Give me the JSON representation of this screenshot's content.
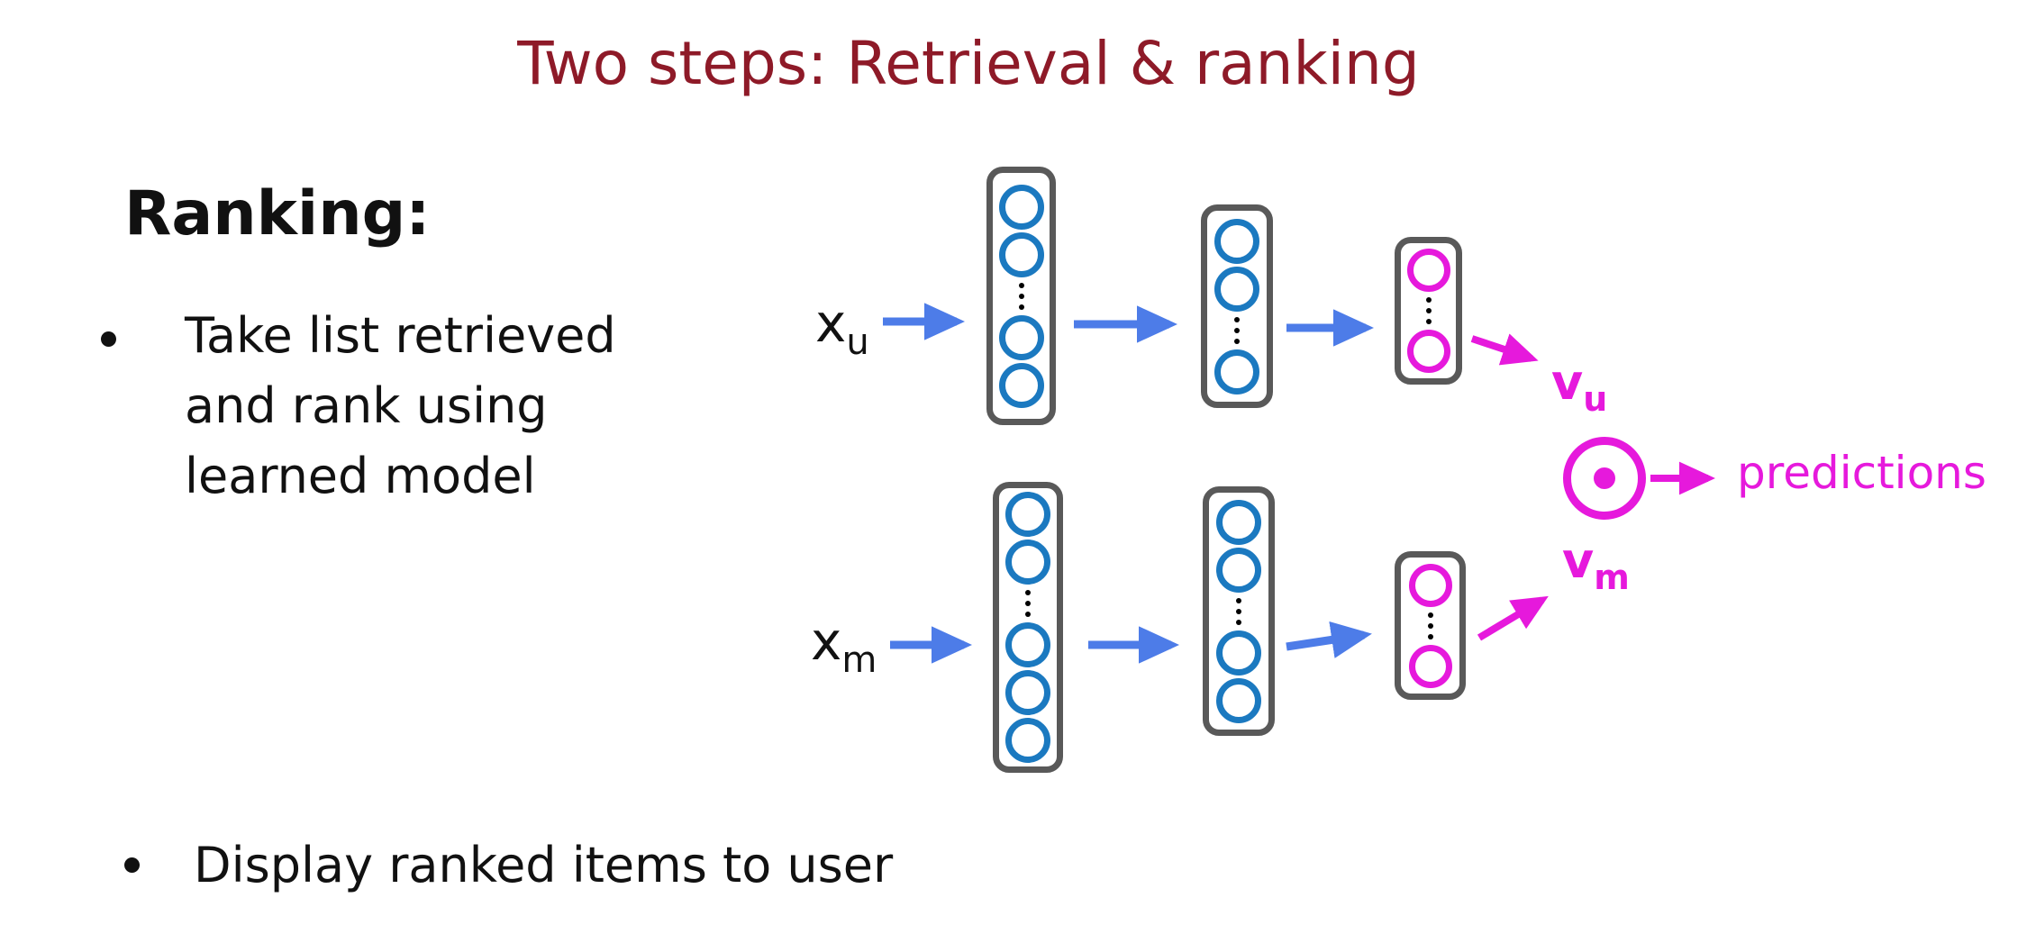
{
  "title": {
    "text": "Two steps: Retrieval & ranking",
    "color": "#8E1A28"
  },
  "left_panel": {
    "heading": "Ranking:",
    "bullets": [
      "Take list retrieved and rank using learned model",
      "Display ranked items to user"
    ]
  },
  "diagram": {
    "colors": {
      "node_blue": "#1B79C0",
      "node_magenta": "#E619DC",
      "arrow_blue": "#4D7CE8",
      "arrow_magenta": "#E619DC",
      "box_border": "#595959",
      "text": "#111111"
    },
    "towers": [
      {
        "id": "user-tower",
        "input_label": {
          "base": "x",
          "sub": "u"
        },
        "output_label": {
          "base": "v",
          "sub": "u"
        },
        "layers": [
          {
            "nodes_above": 2,
            "nodes_below": 2,
            "color": "blue"
          },
          {
            "nodes_above": 2,
            "nodes_below": 1,
            "color": "blue"
          },
          {
            "nodes_above": 1,
            "nodes_below": 1,
            "color": "magenta"
          }
        ]
      },
      {
        "id": "item-tower",
        "input_label": {
          "base": "x",
          "sub": "m"
        },
        "output_label": {
          "base": "v",
          "sub": "m"
        },
        "layers": [
          {
            "nodes_above": 2,
            "nodes_below": 3,
            "color": "blue"
          },
          {
            "nodes_above": 2,
            "nodes_below": 2,
            "color": "blue"
          },
          {
            "nodes_above": 1,
            "nodes_below": 1,
            "color": "magenta"
          }
        ]
      }
    ],
    "operator": "dot-product",
    "output_label": "predictions"
  }
}
